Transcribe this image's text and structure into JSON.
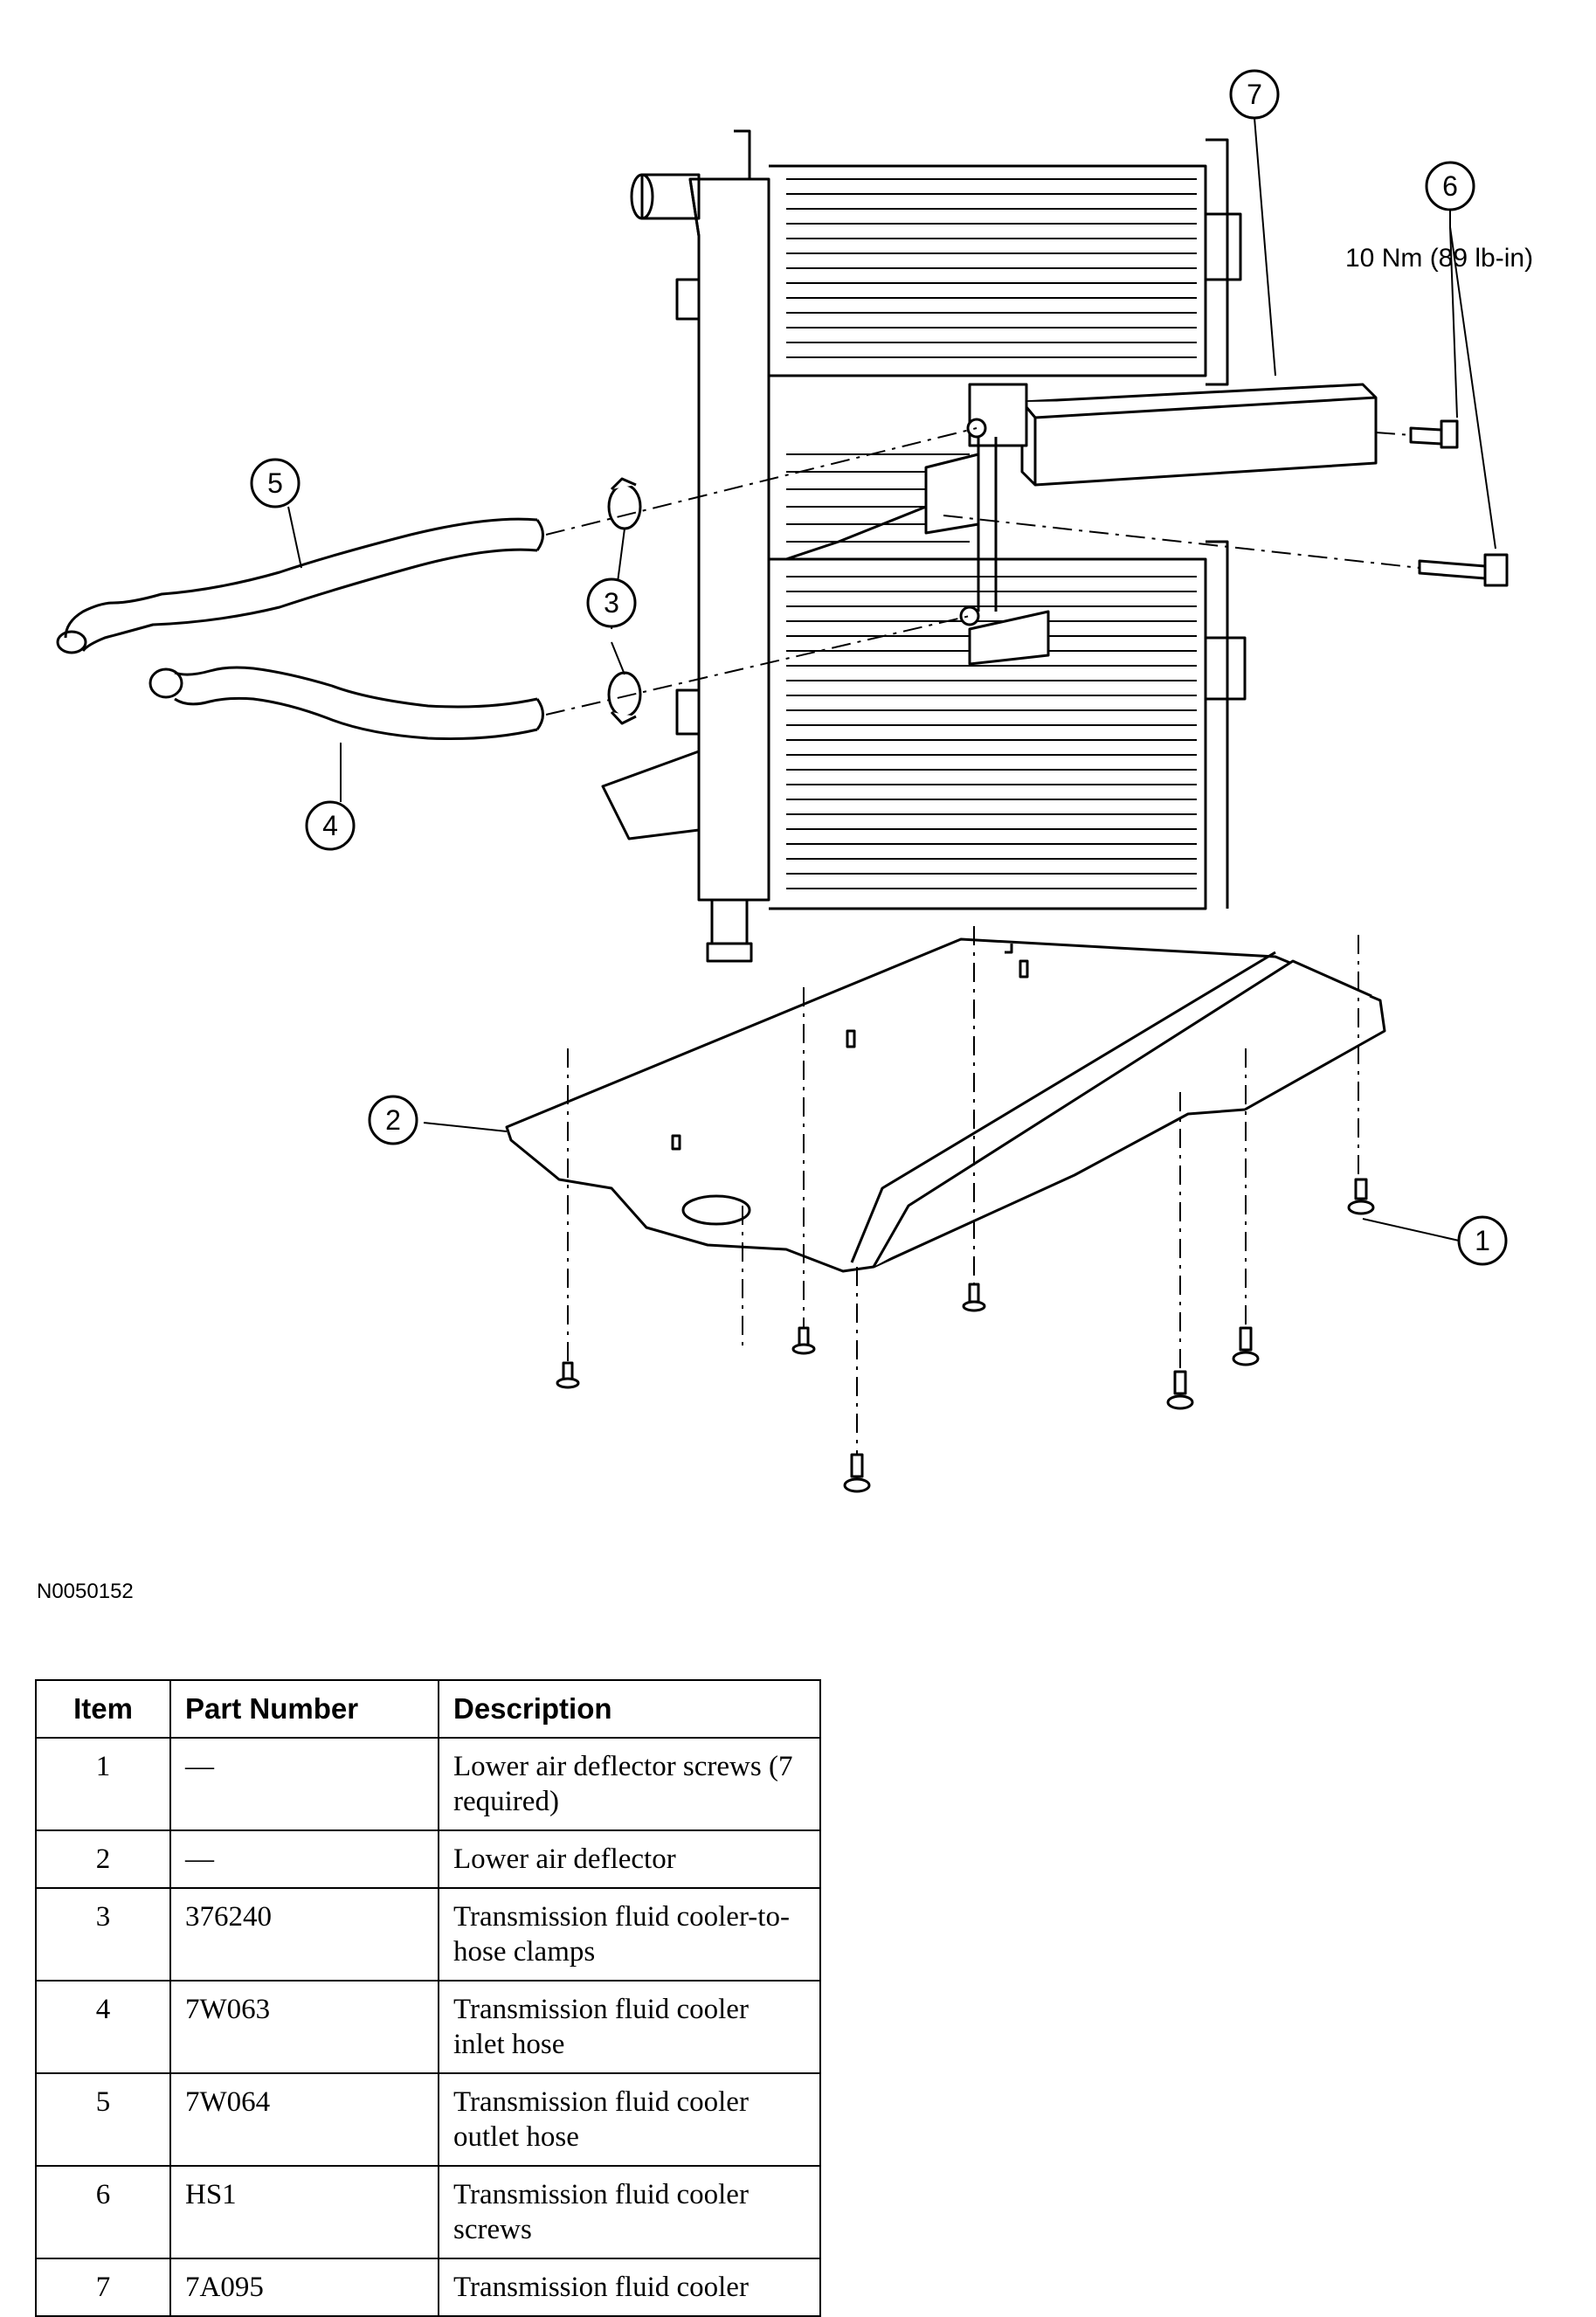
{
  "figure_id": "N0050152",
  "callouts": {
    "c1": "1",
    "c2": "2",
    "c3": "3",
    "c4": "4",
    "c5": "5",
    "c6": "6",
    "c7": "7"
  },
  "torque_spec": "10 Nm (89 lb-in)",
  "table": {
    "headers": {
      "item": "Item",
      "part_number": "Part Number",
      "description": "Description"
    },
    "rows": [
      {
        "item": "1",
        "part_number": "—",
        "description": "Lower air deflector screws (7 required)"
      },
      {
        "item": "2",
        "part_number": "—",
        "description": "Lower air deflector"
      },
      {
        "item": "3",
        "part_number": "376240",
        "description": "Transmission fluid cooler-to-hose clamps"
      },
      {
        "item": "4",
        "part_number": "7W063",
        "description": "Transmission fluid cooler inlet hose"
      },
      {
        "item": "5",
        "part_number": "7W064",
        "description": "Transmission fluid cooler outlet hose"
      },
      {
        "item": "6",
        "part_number": "HS1",
        "description": "Transmission fluid cooler screws"
      },
      {
        "item": "7",
        "part_number": "7A095",
        "description": "Transmission fluid cooler"
      }
    ]
  }
}
